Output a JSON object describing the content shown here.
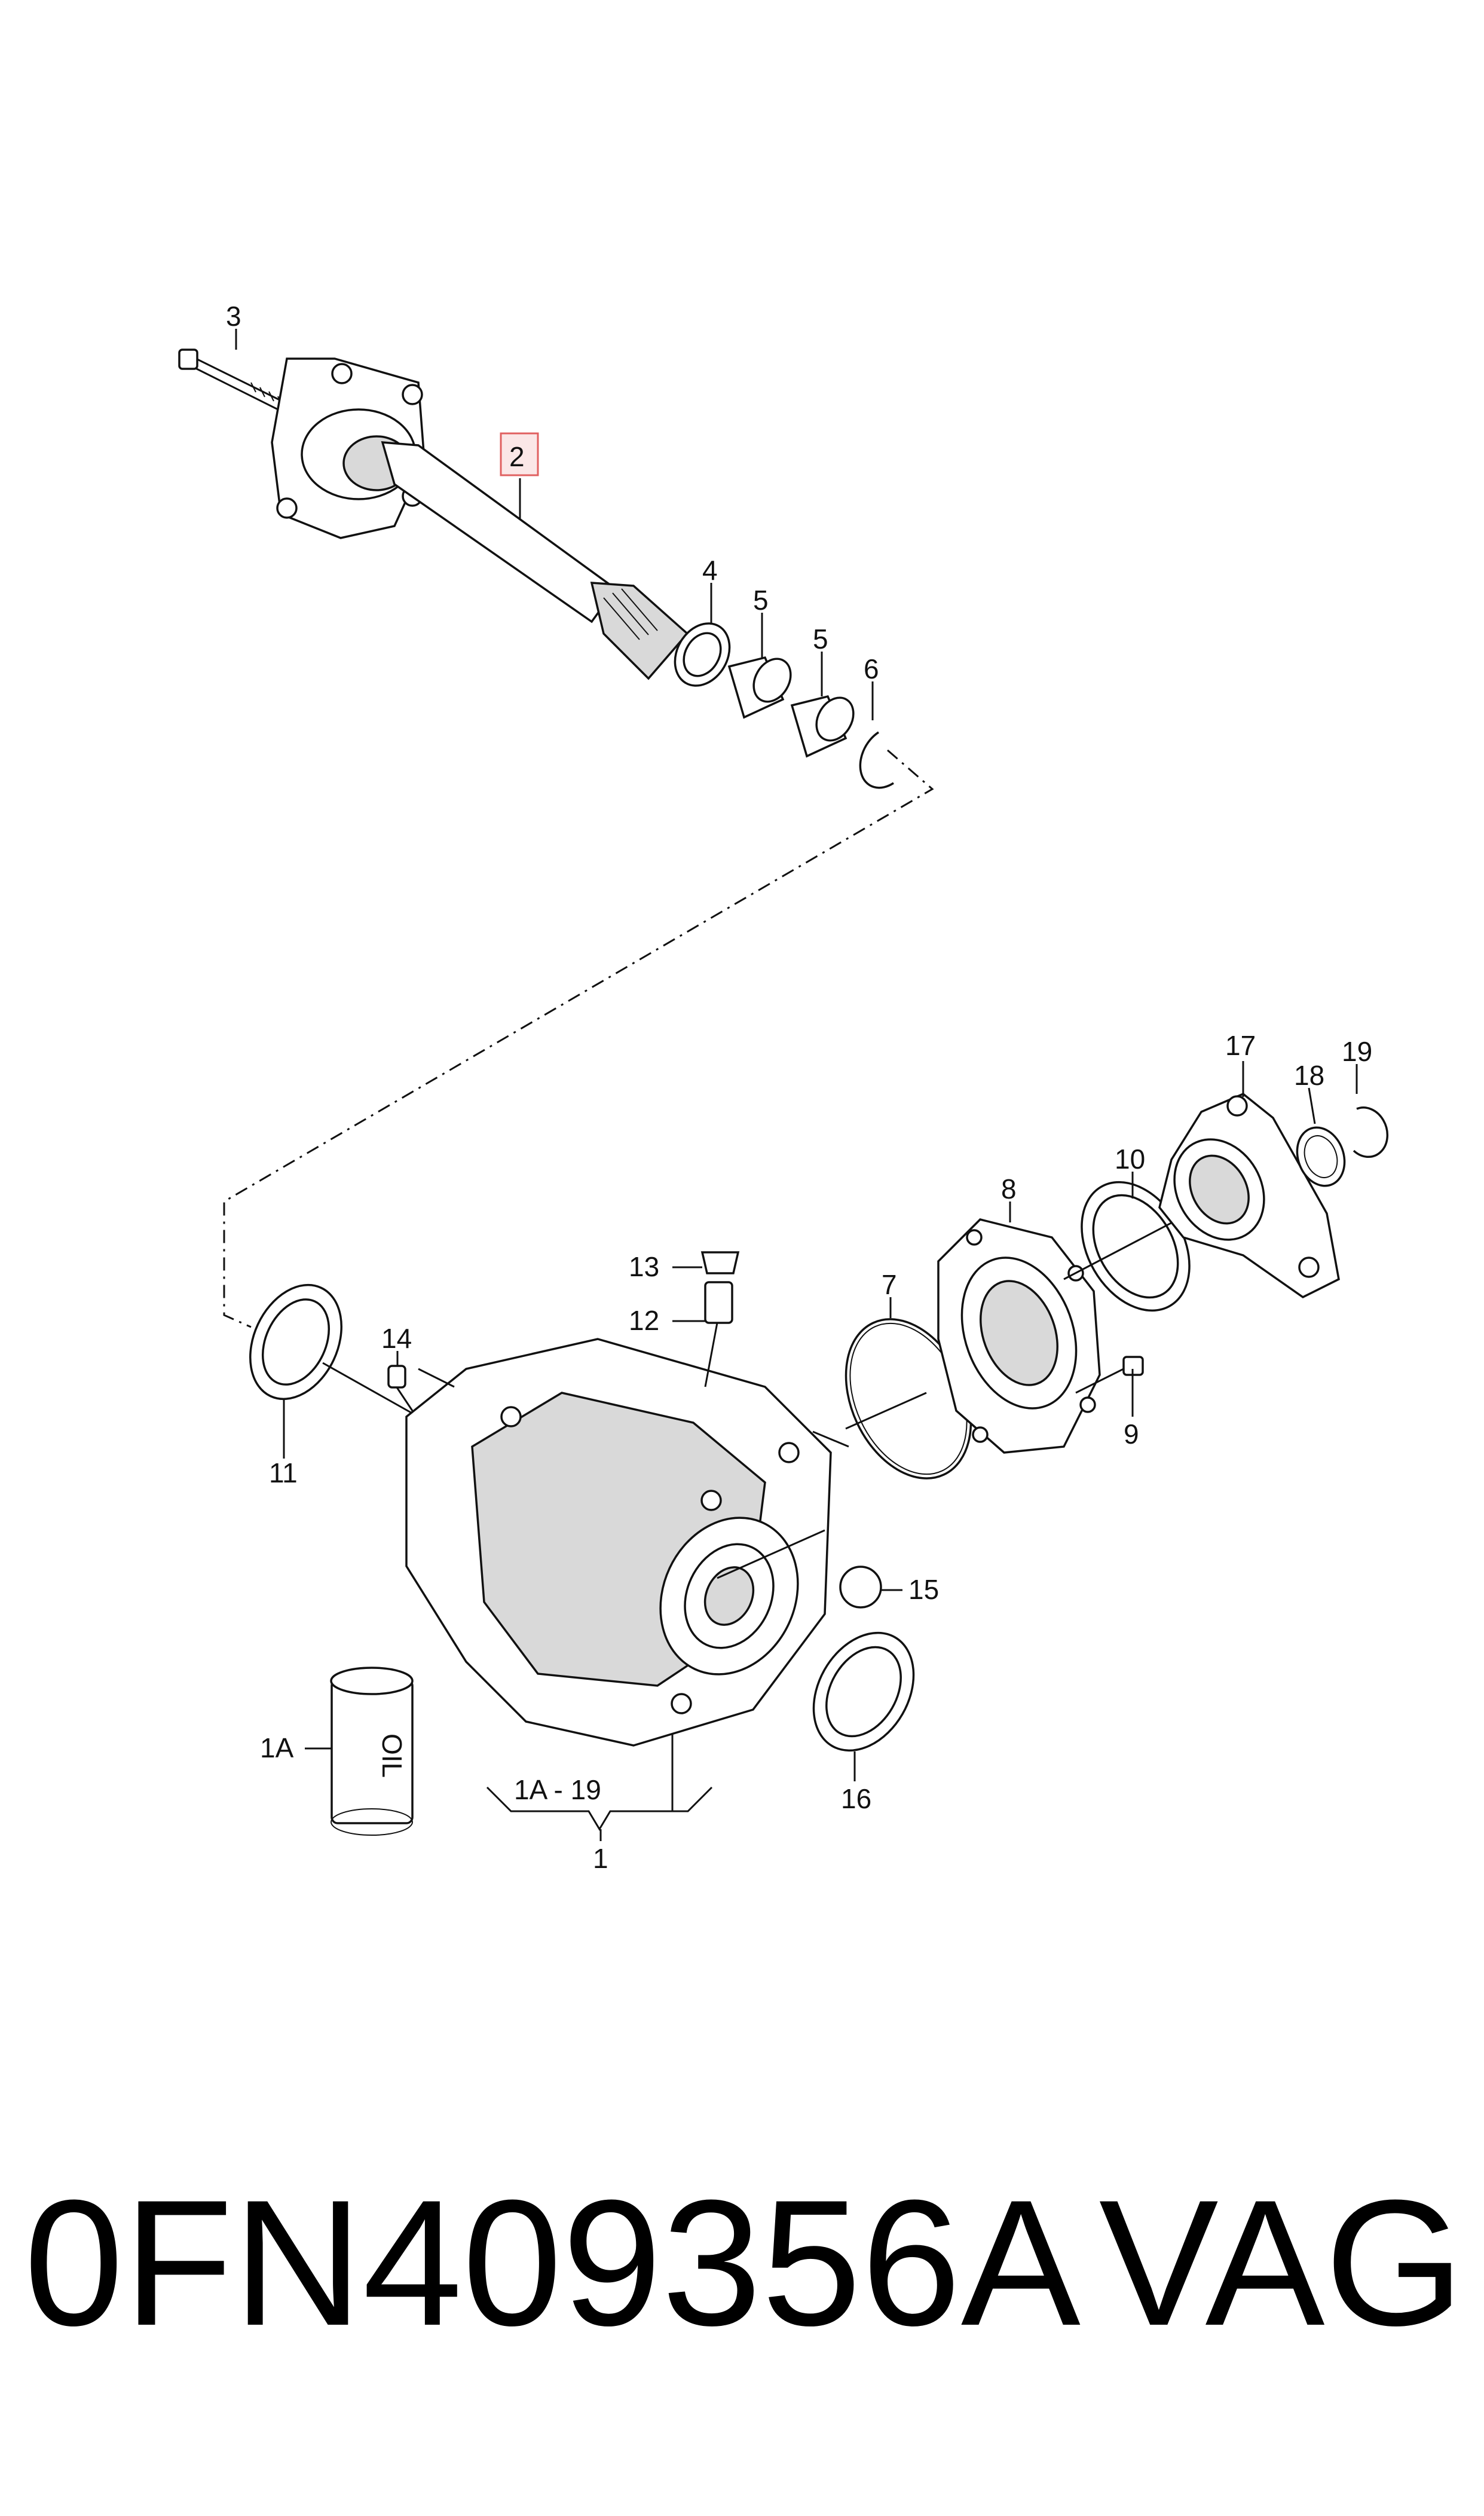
{
  "diagram": {
    "callouts": {
      "c1": "1",
      "c1A": "1A",
      "c1A19": "1A - 19",
      "c2": "2",
      "c3": "3",
      "c4": "4",
      "c5a": "5",
      "c5b": "5",
      "c6": "6",
      "c7": "7",
      "c8": "8",
      "c9": "9",
      "c10": "10",
      "c11": "11",
      "c12": "12",
      "c13": "13",
      "c14": "14",
      "c15": "15",
      "c16": "16",
      "c17": "17",
      "c18": "18",
      "c19": "19"
    },
    "oil_can_label": "OIL",
    "highlight_color": "#e06060"
  },
  "caption": {
    "part_number": "0FN409356A",
    "brand": "VAG"
  }
}
